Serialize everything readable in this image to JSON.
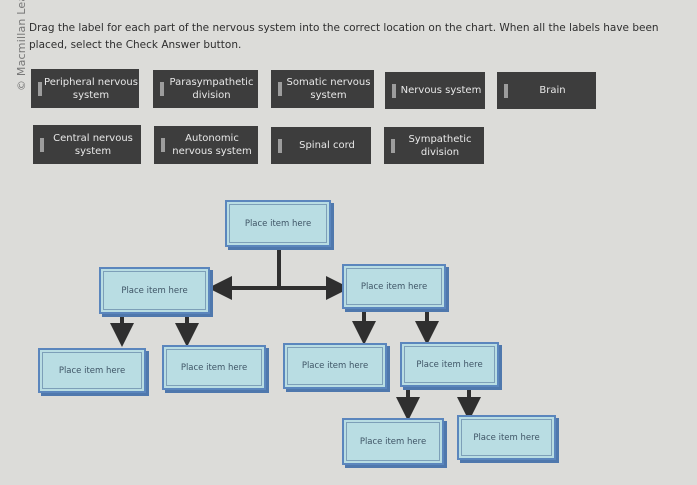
{
  "watermark": "© Macmillan Learning",
  "instructions": "Drag the label for each part of the nervous system into the correct location on the chart. When all the labels have been placed, select the Check Answer button.",
  "labels": [
    {
      "text": "Peripheral nervous system"
    },
    {
      "text": "Parasympathetic division"
    },
    {
      "text": "Somatic nervous system"
    },
    {
      "text": "Nervous system"
    },
    {
      "text": "Brain"
    },
    {
      "text": "Central nervous system"
    },
    {
      "text": "Autonomic nervous system"
    },
    {
      "text": "Spinal cord"
    },
    {
      "text": "Sympathetic division"
    }
  ],
  "chart": {
    "placeholder": "Place item here",
    "targets": [
      {
        "level": "root"
      },
      {
        "level": "left-branch"
      },
      {
        "level": "right-branch"
      },
      {
        "level": "left-child-1"
      },
      {
        "level": "left-child-2"
      },
      {
        "level": "right-child-1"
      },
      {
        "level": "right-child-2"
      },
      {
        "level": "grandchild-1"
      },
      {
        "level": "grandchild-2"
      }
    ]
  },
  "colors": {
    "label_bg": "#3d3d3d",
    "target_fill": "#b9dde3",
    "target_border": "#5b86bd",
    "arrow": "#2f2f2f"
  }
}
